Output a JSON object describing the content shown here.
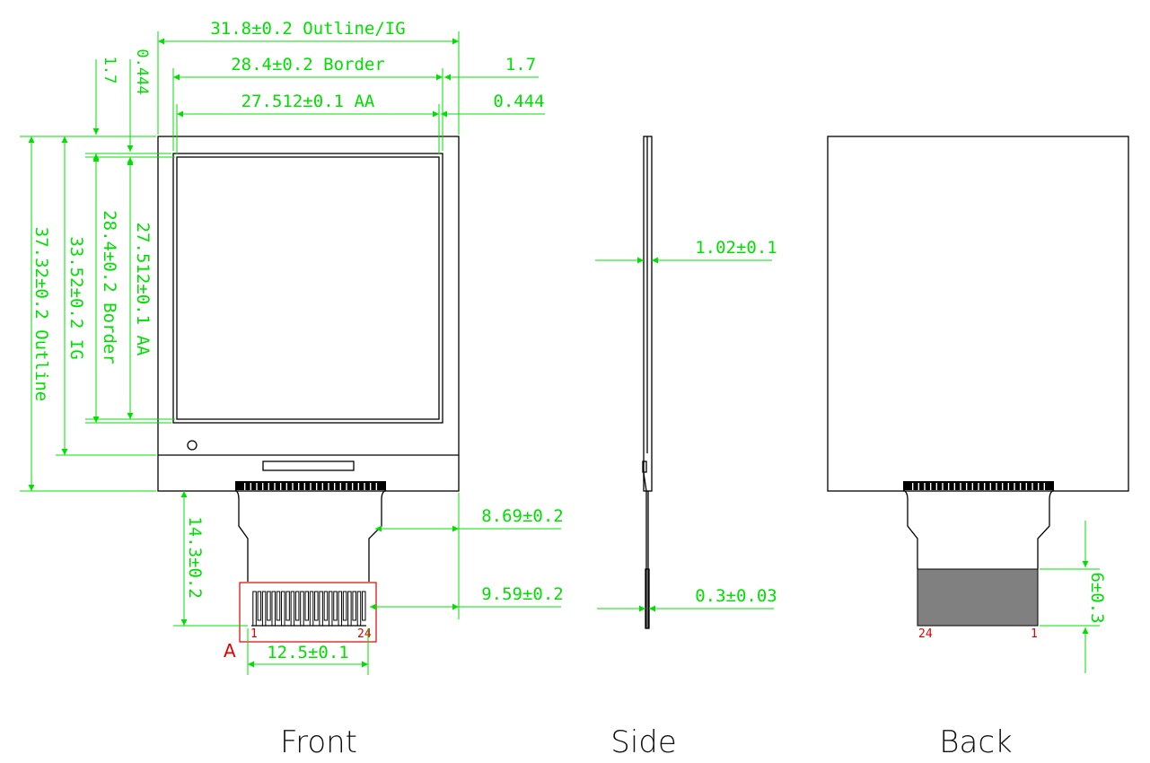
{
  "front": {
    "view_label": "Front",
    "dimensions": {
      "outline_width": "31.8±0.2 Outline/IG",
      "border_width": "28.4±0.2 Border",
      "aa_width": "27.512±0.1 AA",
      "right_border_offset": "1.7",
      "right_aa_offset": "0.444",
      "top_border_offset": "1.7",
      "top_aa_offset": "0.444",
      "outline_height": "37.32±0.2 Outline",
      "ig_height": "33.52±0.2 IG",
      "border_height": "28.4±0.2 Border",
      "aa_height": "27.512±0.1 AA",
      "fpc_length": "14.3±0.2",
      "fpc_neck_offset": "8.69±0.2",
      "fpc_tail_offset": "9.59±0.2",
      "pin_span": "12.5±0.1"
    },
    "pin_first": "1",
    "pin_last": "24",
    "detail_marker": "A"
  },
  "side": {
    "view_label": "Side",
    "dimensions": {
      "module_thickness": "1.02±0.1",
      "fpc_thickness": "0.3±0.03"
    }
  },
  "back": {
    "view_label": "Back",
    "dimensions": {
      "stiffener_length": "6±0.3"
    },
    "pin_first": "1",
    "pin_last": "24"
  },
  "colors": {
    "dimension": "#00e000",
    "outline": "#000000",
    "pin_label": "#e00000",
    "stiffener": "#808080"
  }
}
